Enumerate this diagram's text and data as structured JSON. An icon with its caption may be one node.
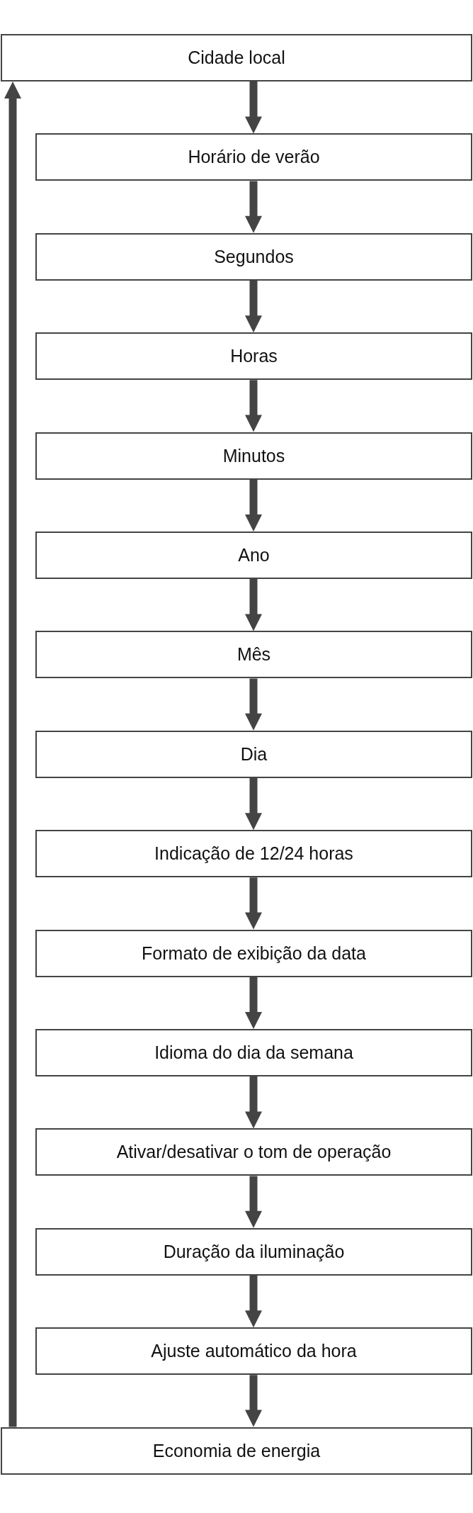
{
  "diagram": {
    "nodes": [
      {
        "text": [
          "Cidade local"
        ]
      },
      {
        "text": [
          "Horário de verão"
        ]
      },
      {
        "text": [
          "Segundos"
        ]
      },
      {
        "text": [
          "Horas"
        ]
      },
      {
        "text": [
          "Minutos"
        ]
      },
      {
        "text": [
          "Ano"
        ]
      },
      {
        "text": [
          "Mês"
        ]
      },
      {
        "text": [
          "Dia"
        ]
      },
      {
        "text": [
          "Indicação de 12/24 horas"
        ]
      },
      {
        "text": [
          "Formato de exibição da data"
        ]
      },
      {
        "text": [
          "Idioma do dia da semana"
        ]
      },
      {
        "text": [
          "Ativar/desativar o tom de operação"
        ]
      },
      {
        "text": [
          "Duração da iluminação"
        ]
      },
      {
        "text": [
          "Ajuste automático da hora"
        ]
      },
      {
        "text": [
          "Economia de energia"
        ]
      }
    ],
    "edges": [
      {
        "from": 0,
        "to": 1,
        "arrow": "to"
      },
      {
        "from": 1,
        "to": 2,
        "arrow": "to"
      },
      {
        "from": 2,
        "to": 3,
        "arrow": "to"
      },
      {
        "from": 3,
        "to": 4,
        "arrow": "to"
      },
      {
        "from": 4,
        "to": 5,
        "arrow": "to"
      },
      {
        "from": 5,
        "to": 6,
        "arrow": "to"
      },
      {
        "from": 6,
        "to": 7,
        "arrow": "to"
      },
      {
        "from": 7,
        "to": 8,
        "arrow": "to"
      },
      {
        "from": 8,
        "to": 9,
        "arrow": "to"
      },
      {
        "from": 9,
        "to": 10,
        "arrow": "to"
      },
      {
        "from": 10,
        "to": 11,
        "arrow": "to"
      },
      {
        "from": 11,
        "to": 12,
        "arrow": "to"
      },
      {
        "from": 12,
        "to": 13,
        "arrow": "to"
      },
      {
        "from": 13,
        "to": 14,
        "arrow": "to"
      },
      {
        "from": 14,
        "to": 0,
        "arrow": "to"
      }
    ]
  }
}
